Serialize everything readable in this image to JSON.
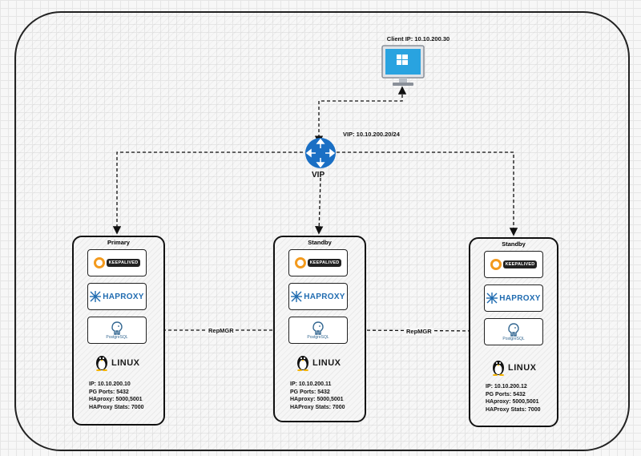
{
  "client": {
    "label": "Client IP: 10.10.200.30",
    "icon": "windows-monitor-icon"
  },
  "vip": {
    "address_label": "VIP: 10.10.200.20/24",
    "name": "VIP",
    "icon": "router-icon"
  },
  "links": {
    "replication_label": "RepMGR"
  },
  "modules": {
    "keepalived": "KEEPALIVED",
    "haproxy": "HAPROXY",
    "postgresql": "PostgreSQL",
    "linux": "LINUX"
  },
  "servers": [
    {
      "role": "Primary",
      "ip": "IP: 10.10.200.10",
      "pg_ports": "PG Ports: 5432",
      "haproxy": "HAproxy: 5000,5001",
      "haproxy_stats": "HAProxy Stats: 7000"
    },
    {
      "role": "Standby",
      "ip": "IP: 10.10.200.11",
      "pg_ports": "PG Ports: 5432",
      "haproxy": "HAproxy: 5000,5001",
      "haproxy_stats": "HAProxy Stats: 7000"
    },
    {
      "role": "Standby",
      "ip": "IP: 10.10.200.12",
      "pg_ports": "PG Ports: 5432",
      "haproxy": "HAproxy: 5000,5001",
      "haproxy_stats": "HAProxy Stats: 7000"
    }
  ],
  "colors": {
    "router": "#1a6fc4",
    "windows": "#29a3e0",
    "keepalived": "#f39a1d",
    "haproxy": "#1f6bb0",
    "postgres": "#336791"
  }
}
